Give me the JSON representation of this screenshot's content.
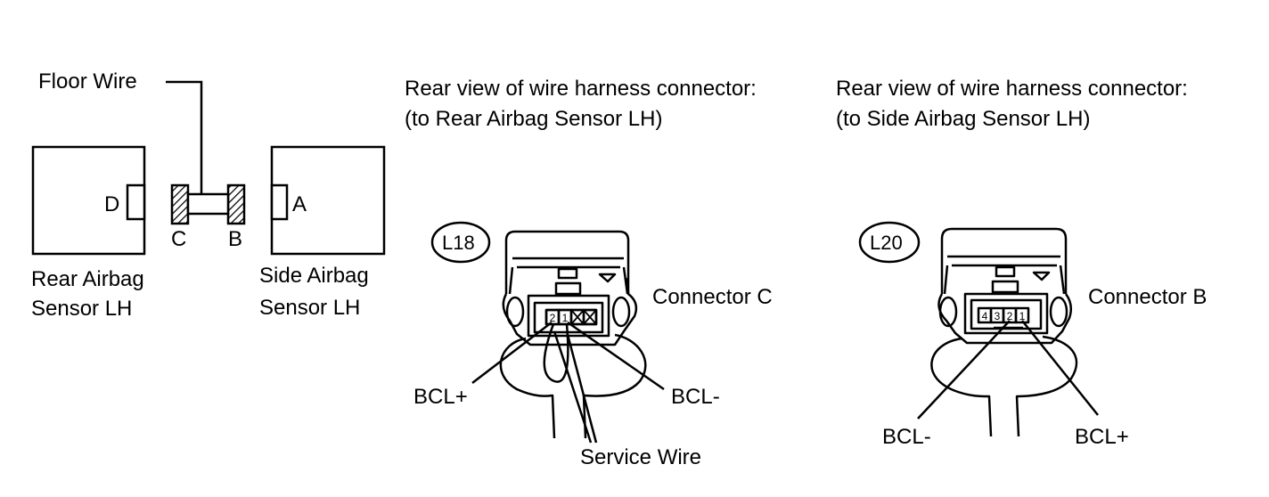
{
  "system_diagram": {
    "floor_wire_label": "Floor Wire",
    "connector_d_label": "D",
    "connector_c_label": "C",
    "connector_b_label": "B",
    "connector_a_label": "A",
    "rear_sensor_label_line1": "Rear Airbag",
    "rear_sensor_label_line2": "Sensor LH",
    "side_sensor_label_line1": "Side Airbag",
    "side_sensor_label_line2": "Sensor LH"
  },
  "connector_l18": {
    "heading_line1": "Rear view of wire harness connector:",
    "heading_line2": "(to Rear Airbag Sensor LH)",
    "code": "L18",
    "name": "Connector C",
    "terminal_left": "2",
    "terminal_right": "1",
    "pin_label_left": "BCL+",
    "pin_label_right": "BCL-",
    "service_wire_label": "Service Wire"
  },
  "connector_l20": {
    "heading_line1": "Rear view of wire harness connector:",
    "heading_line2": "(to Side Airbag Sensor LH)",
    "code": "L20",
    "name": "Connector B",
    "terminals": [
      "4",
      "3",
      "2",
      "1"
    ],
    "pin_label_left": "BCL-",
    "pin_label_right": "BCL+"
  }
}
